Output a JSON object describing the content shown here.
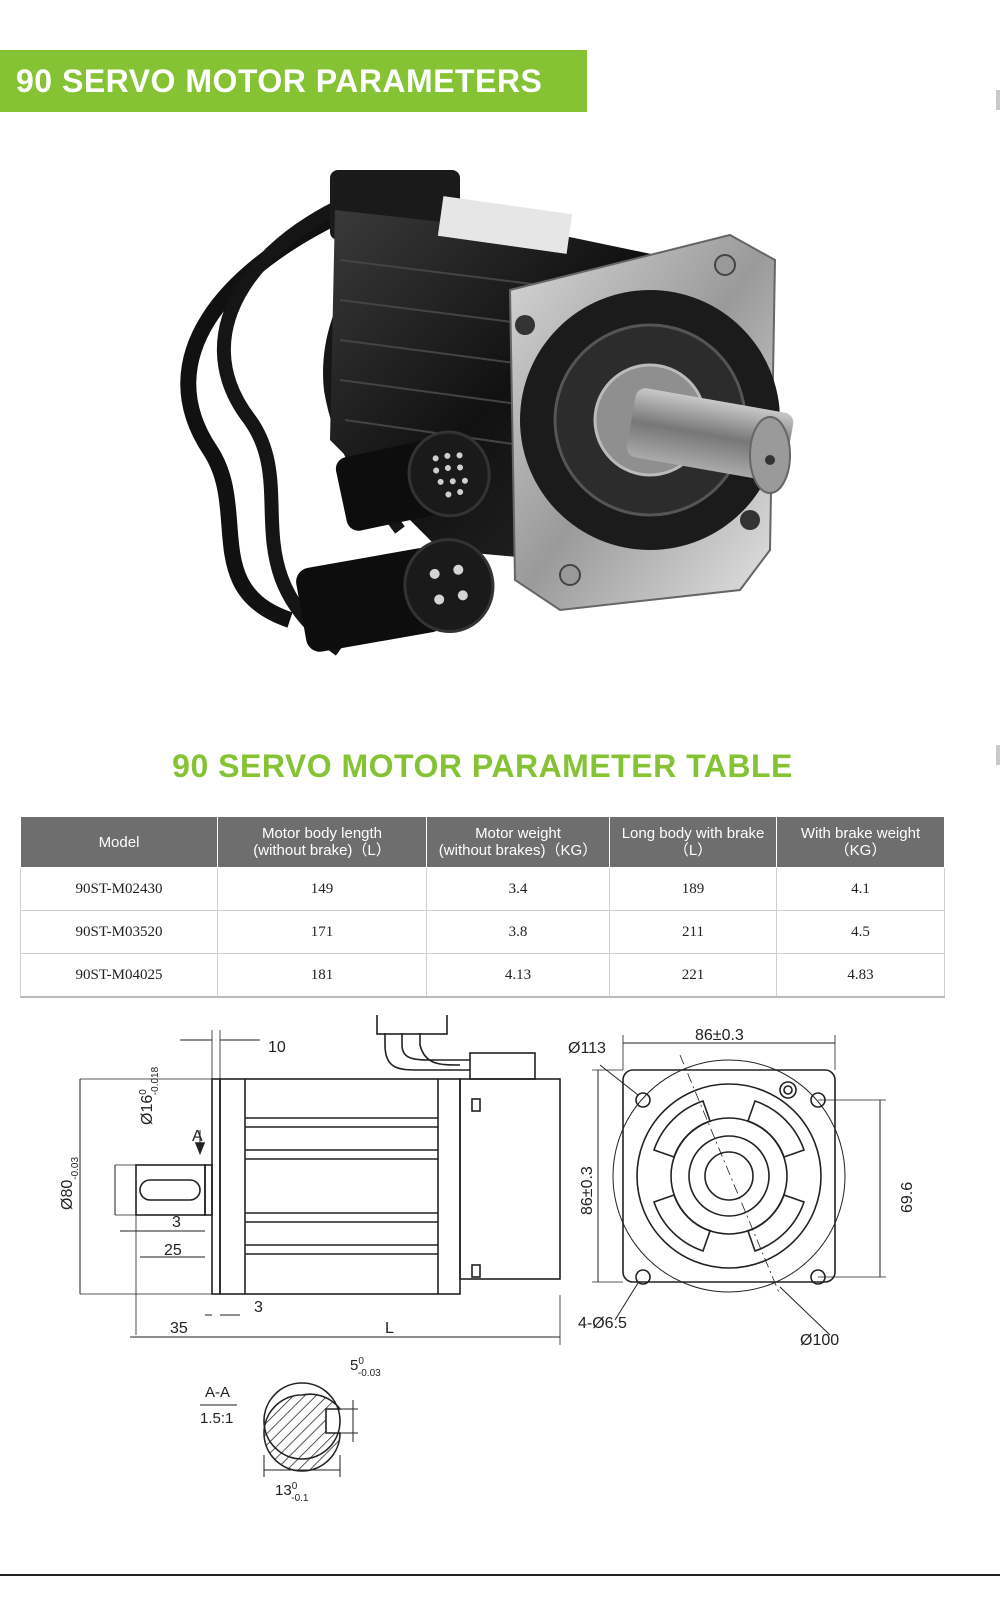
{
  "header": {
    "title": "90 SERVO MOTOR PARAMETERS"
  },
  "table": {
    "title": "90 SERVO MOTOR PARAMETER TABLE",
    "headers": [
      [
        "Model"
      ],
      [
        "Motor body length",
        "(without brake)（L）"
      ],
      [
        "Motor weight",
        "(without brakes)（KG）"
      ],
      [
        "Long body with brake",
        "（L）"
      ],
      [
        "With brake weight",
        "（KG）"
      ]
    ],
    "rows": [
      [
        "90ST-M02430",
        "149",
        "3.4",
        "189",
        "4.1"
      ],
      [
        "90ST-M03520",
        "171",
        "3.8",
        "211",
        "4.5"
      ],
      [
        "90ST-M04025",
        "181",
        "4.13",
        "221",
        "4.83"
      ]
    ]
  },
  "drawing": {
    "dims": {
      "d10": "10",
      "d_shaft": "Ø16",
      "d_shaft_tol_top": "0",
      "d_shaft_tol_bot": "-0.018",
      "d_section": "A",
      "d_pilot": "Ø80",
      "d_pilot_tol": "-0.03",
      "d3a": "3",
      "d25": "25",
      "d3b": "3",
      "d35": "35",
      "dL": "L",
      "d113": "Ø113",
      "d86h": "86±0.3",
      "d86v": "86±0.3",
      "d696": "69.6",
      "d_holes": "4-Ø6.5",
      "d100": "Ø100",
      "key_w": "5",
      "key_w_tol_top": "0",
      "key_w_tol_bot": "-0.03",
      "section_label": "A-A",
      "section_scale": "1.5:1",
      "key_d": "13",
      "key_d_tol_top": "0",
      "key_d_tol_bot": "-0.1"
    }
  }
}
